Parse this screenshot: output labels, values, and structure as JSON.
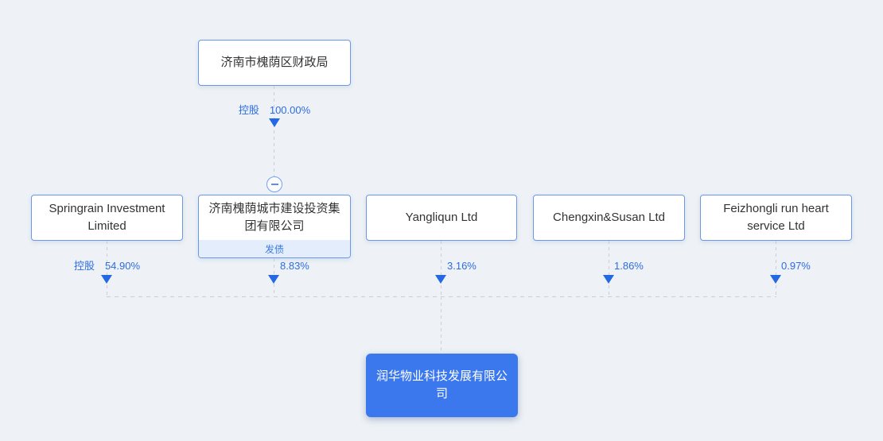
{
  "diagram_title": "equity-structure-chart",
  "root": {
    "name": "济南市槐荫区财政局",
    "relation": "控股",
    "percent": "100.00%"
  },
  "shareholders": [
    {
      "name": "Springrain Investment Limited",
      "relation": "控股",
      "percent": "54.90%"
    },
    {
      "name": "济南槐荫城市建设投资集团有限公司",
      "percent": "8.83%",
      "badge": "发债"
    },
    {
      "name": "Yangliqun Ltd",
      "percent": "3.16%"
    },
    {
      "name": "Chengxin&Susan Ltd",
      "percent": "1.86%"
    },
    {
      "name": "Feizhongli run heart service Ltd",
      "percent": "0.97%"
    }
  ],
  "company": {
    "name": "润华物业科技发展有限公司"
  },
  "colors": {
    "page_bg": "#eef2f6",
    "node_border": "#6b97ea",
    "node_text": "#333333",
    "link_blue": "#2e6ce0",
    "arrow_blue": "#2469e3",
    "badge_bg": "#e4edfb",
    "badge_text": "#3a7be0",
    "target_bg": "#3b78ee",
    "dash_gray": "#c9cfd8"
  }
}
